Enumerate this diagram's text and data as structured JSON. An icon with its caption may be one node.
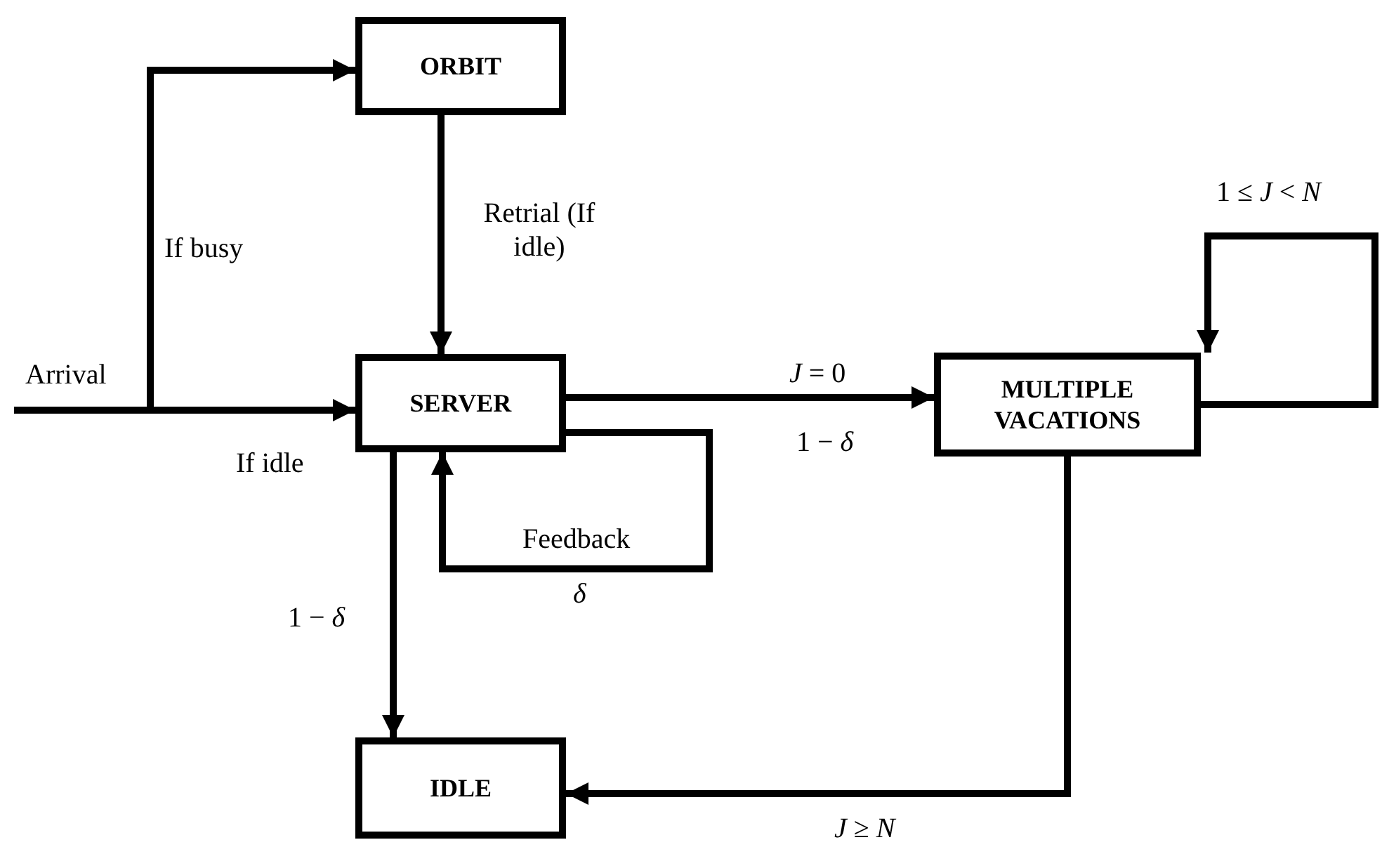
{
  "diagram": {
    "nodes": [
      {
        "text": [
          "ORBIT"
        ]
      },
      {
        "text": [
          "SERVER"
        ]
      },
      {
        "text": [
          "MULTIPLE VACATIONS"
        ]
      },
      {
        "text": [
          "IDLE"
        ]
      }
    ],
    "edges": [
      {
        "from": null,
        "to": 0,
        "arrow": "to",
        "label": "If busy"
      },
      {
        "from": null,
        "to": 1,
        "arrow": "to",
        "label": "If idle"
      },
      {
        "from": 0,
        "to": 1,
        "arrow": "to",
        "label": "Retrial (If idle)"
      },
      {
        "from": 1,
        "to": 2,
        "arrow": "to",
        "label": "*J* = 0"
      },
      {
        "from": 1,
        "to": 1,
        "arrow": "to",
        "label": "Feedback"
      },
      {
        "from": 1,
        "to": 3,
        "arrow": "to",
        "label": "1 − *δ*"
      },
      {
        "from": 2,
        "to": 2,
        "arrow": "to",
        "label": "1 ≤ *J* < *N*"
      },
      {
        "from": 2,
        "to": 3,
        "arrow": "to",
        "label": "*J* ≥ *N*"
      }
    ],
    "labels": [
      "Arrival",
      "1 − *δ*",
      "*δ*"
    ]
  }
}
